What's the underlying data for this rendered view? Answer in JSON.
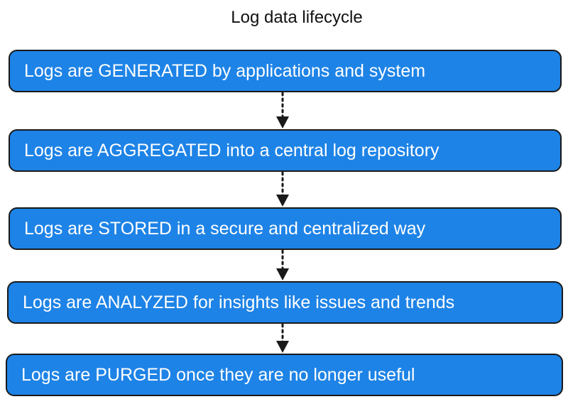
{
  "title": "Log data lifecycle",
  "steps": [
    {
      "text": "Logs are GENERATED by applications and system"
    },
    {
      "text": "Logs are AGGREGATED into a central log repository"
    },
    {
      "text": "Logs are STORED in a secure and centralized way"
    },
    {
      "text": "Logs are ANALYZED for insights like issues and trends"
    },
    {
      "text": "Logs are PURGED once they are no longer useful"
    }
  ],
  "colors": {
    "box_fill": "#1e83e6",
    "box_border": "#1a1a1a",
    "box_text": "#ffffff",
    "arrow": "#1a1a1a"
  }
}
